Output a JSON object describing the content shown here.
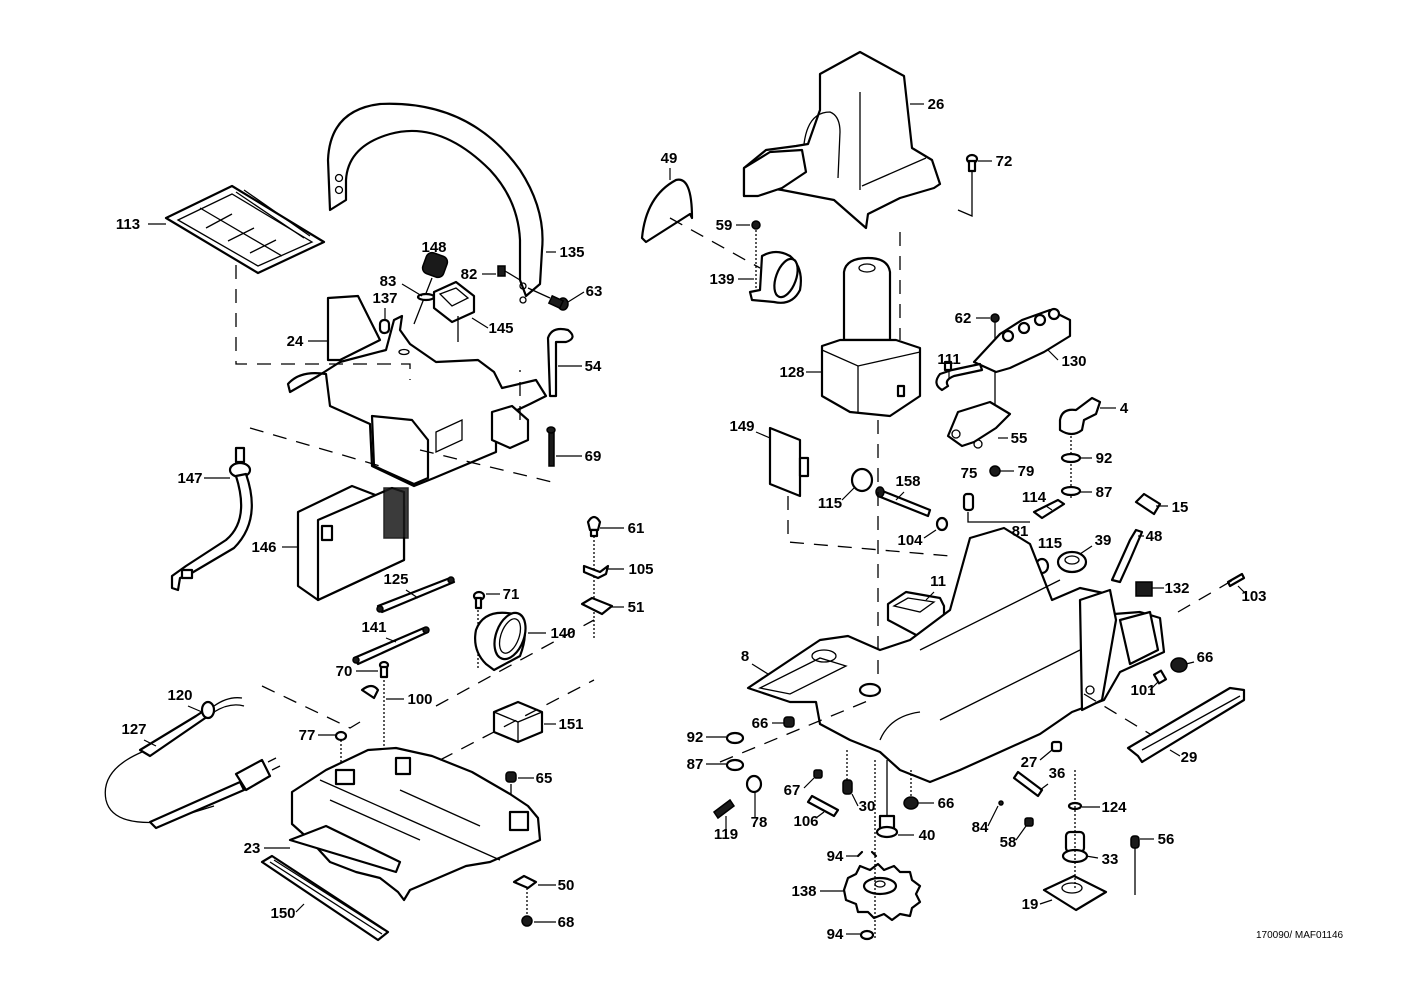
{
  "document": {
    "type": "exploded parts diagram",
    "reference_code": "170090/ MAF01146"
  },
  "labels": [
    {
      "id": "113",
      "text": "113"
    },
    {
      "id": "135",
      "text": "135"
    },
    {
      "id": "148",
      "text": "148"
    },
    {
      "id": "82",
      "text": "82"
    },
    {
      "id": "83",
      "text": "83"
    },
    {
      "id": "63",
      "text": "63"
    },
    {
      "id": "137",
      "text": "137"
    },
    {
      "id": "145",
      "text": "145"
    },
    {
      "id": "24",
      "text": "24"
    },
    {
      "id": "54",
      "text": "54"
    },
    {
      "id": "69",
      "text": "69"
    },
    {
      "id": "147",
      "text": "147"
    },
    {
      "id": "146",
      "text": "146"
    },
    {
      "id": "61",
      "text": "61"
    },
    {
      "id": "105",
      "text": "105"
    },
    {
      "id": "125",
      "text": "125"
    },
    {
      "id": "71",
      "text": "71"
    },
    {
      "id": "51",
      "text": "51"
    },
    {
      "id": "141",
      "text": "141"
    },
    {
      "id": "140",
      "text": "140"
    },
    {
      "id": "70",
      "text": "70"
    },
    {
      "id": "120",
      "text": "120"
    },
    {
      "id": "100",
      "text": "100"
    },
    {
      "id": "127",
      "text": "127"
    },
    {
      "id": "151",
      "text": "151"
    },
    {
      "id": "77",
      "text": "77"
    },
    {
      "id": "65",
      "text": "65"
    },
    {
      "id": "23",
      "text": "23"
    },
    {
      "id": "150",
      "text": "150"
    },
    {
      "id": "50",
      "text": "50"
    },
    {
      "id": "68",
      "text": "68"
    },
    {
      "id": "49",
      "text": "49"
    },
    {
      "id": "26",
      "text": "26"
    },
    {
      "id": "72",
      "text": "72"
    },
    {
      "id": "59",
      "text": "59"
    },
    {
      "id": "139",
      "text": "139"
    },
    {
      "id": "62",
      "text": "62"
    },
    {
      "id": "130",
      "text": "130"
    },
    {
      "id": "128",
      "text": "128"
    },
    {
      "id": "111",
      "text": "111"
    },
    {
      "id": "4",
      "text": "4"
    },
    {
      "id": "149",
      "text": "149"
    },
    {
      "id": "55",
      "text": "55"
    },
    {
      "id": "92a",
      "text": "92"
    },
    {
      "id": "75",
      "text": "75"
    },
    {
      "id": "79",
      "text": "79"
    },
    {
      "id": "115a",
      "text": "115"
    },
    {
      "id": "158",
      "text": "158"
    },
    {
      "id": "114",
      "text": "114"
    },
    {
      "id": "87a",
      "text": "87"
    },
    {
      "id": "15",
      "text": "15"
    },
    {
      "id": "104",
      "text": "104"
    },
    {
      "id": "81",
      "text": "81"
    },
    {
      "id": "115b",
      "text": "115"
    },
    {
      "id": "39",
      "text": "39"
    },
    {
      "id": "48",
      "text": "48"
    },
    {
      "id": "11",
      "text": "11"
    },
    {
      "id": "132",
      "text": "132"
    },
    {
      "id": "103",
      "text": "103"
    },
    {
      "id": "8",
      "text": "8"
    },
    {
      "id": "66a",
      "text": "66"
    },
    {
      "id": "101",
      "text": "101"
    },
    {
      "id": "66b",
      "text": "66"
    },
    {
      "id": "92b",
      "text": "92"
    },
    {
      "id": "29",
      "text": "29"
    },
    {
      "id": "87b",
      "text": "87"
    },
    {
      "id": "27",
      "text": "27"
    },
    {
      "id": "36",
      "text": "36"
    },
    {
      "id": "67",
      "text": "67"
    },
    {
      "id": "30",
      "text": "30"
    },
    {
      "id": "66c",
      "text": "66"
    },
    {
      "id": "124",
      "text": "124"
    },
    {
      "id": "119",
      "text": "119"
    },
    {
      "id": "78",
      "text": "78"
    },
    {
      "id": "106",
      "text": "106"
    },
    {
      "id": "84",
      "text": "84"
    },
    {
      "id": "40",
      "text": "40"
    },
    {
      "id": "58",
      "text": "58"
    },
    {
      "id": "56",
      "text": "56"
    },
    {
      "id": "94a",
      "text": "94"
    },
    {
      "id": "33",
      "text": "33"
    },
    {
      "id": "138",
      "text": "138"
    },
    {
      "id": "19",
      "text": "19"
    },
    {
      "id": "94b",
      "text": "94"
    }
  ]
}
